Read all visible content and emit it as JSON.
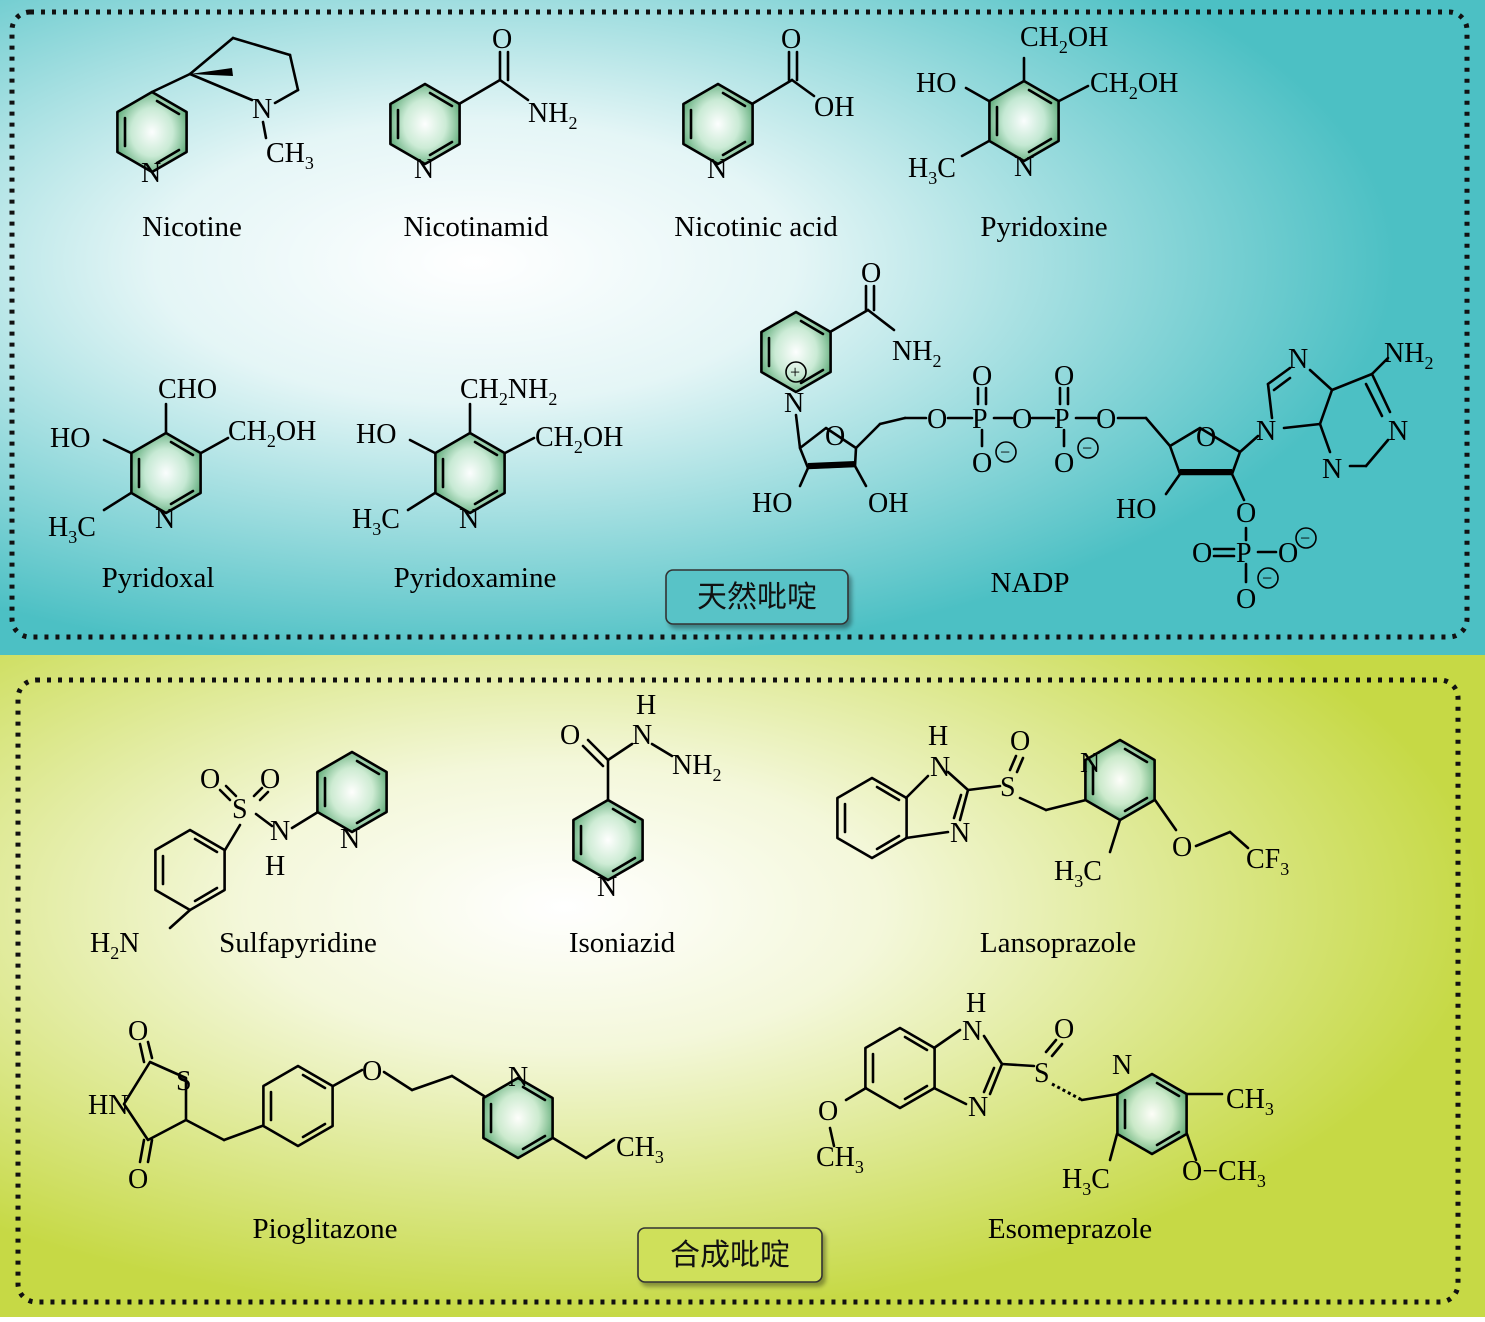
{
  "colors": {
    "natural_bg": "#4cc0c4",
    "synthetic_bg": "#c6d945",
    "highlight_ring": "#5aa874"
  },
  "sections": {
    "natural": {
      "label": "天然吡啶",
      "compounds": {
        "nicotine": "Nicotine",
        "nicotinamid": "Nicotinamid",
        "nicotinic_acid": "Nicotinic acid",
        "pyridoxine": "Pyridoxine",
        "pyridoxal": "Pyridoxal",
        "pyridoxamine": "Pyridoxamine",
        "nadp": "NADP"
      }
    },
    "synthetic": {
      "label": "合成吡啶",
      "compounds": {
        "sulfapyridine": "Sulfapyridine",
        "isoniazid": "Isoniazid",
        "lansoprazole": "Lansoprazole",
        "pioglitazone": "Pioglitazone",
        "esomeprazole": "Esomeprazole"
      }
    }
  },
  "atoms": {
    "N": "N",
    "O": "O",
    "S": "S",
    "P": "P",
    "H": "H",
    "OH": "OH",
    "HO": "HO",
    "HN": "HN",
    "NH": "NH",
    "CHO": "CHO",
    "NH2": "NH",
    "CH3": "CH",
    "H3C": "H",
    "H3C_tail": "C",
    "CH2OH_a": "CH",
    "CH2OH_b": "OH",
    "CH2NH2_a": "CH",
    "CH2NH2_b": "NH",
    "H2N": "H",
    "H2N_tail": "N",
    "CF3": "CF",
    "O_CH3": "O−CH",
    "sub2": "2",
    "sub3": "3",
    "plus": "+",
    "minus": "−"
  }
}
